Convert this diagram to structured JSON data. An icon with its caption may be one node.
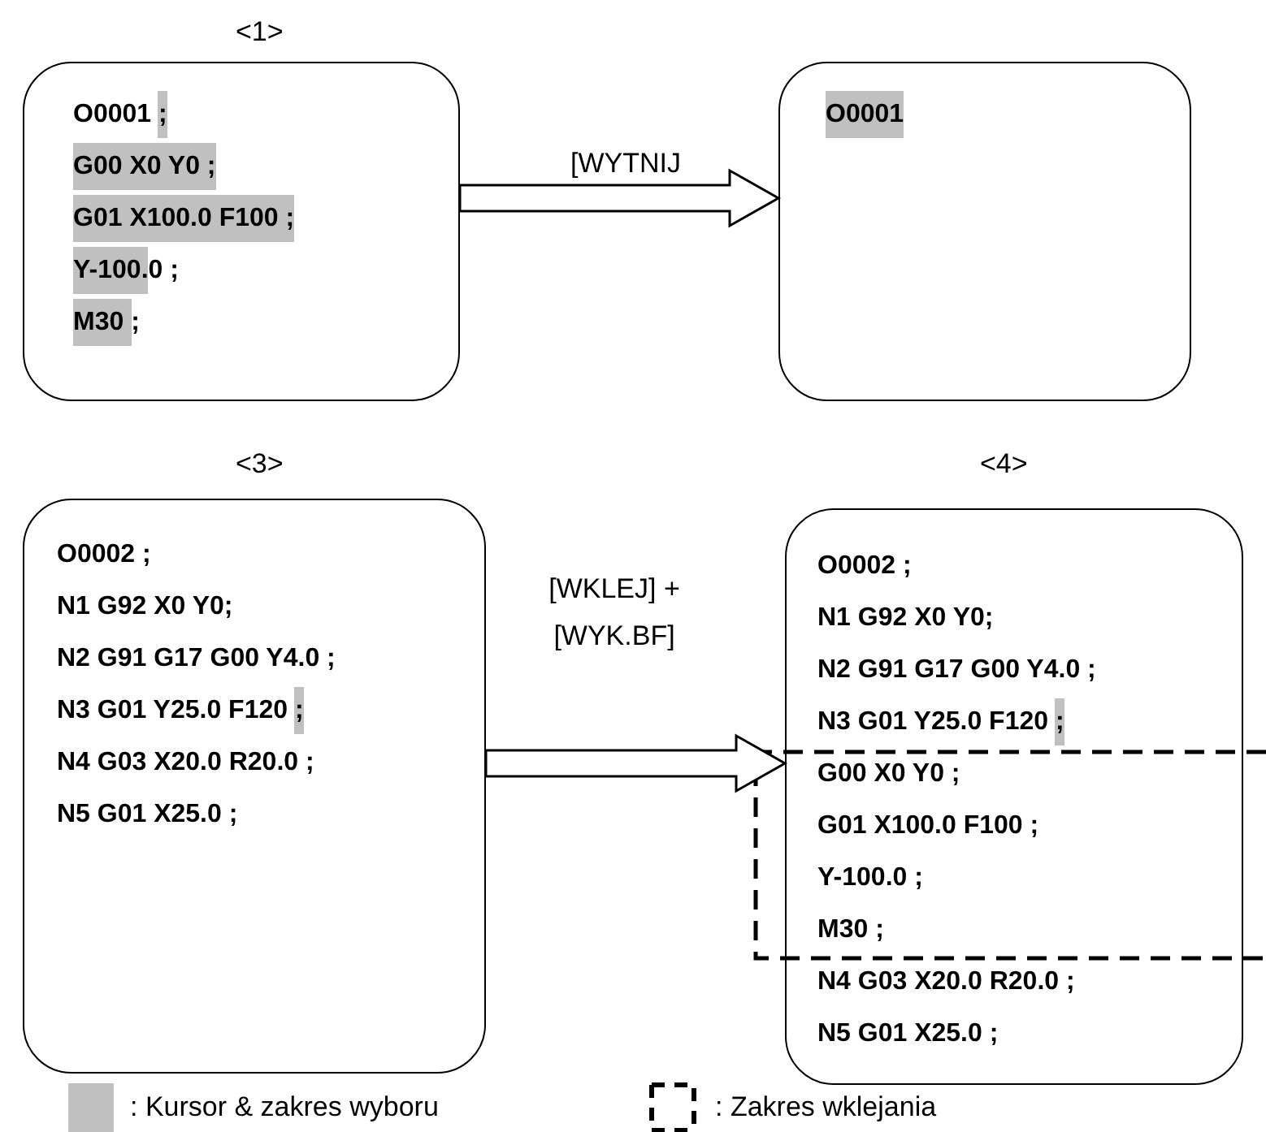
{
  "diagram": {
    "nodes": [
      {
        "text": [
          "O0001 ;",
          "G00 X0 Y0 ;",
          "G01 X100.0 F100 ;",
          "Y-100.0 ;",
          "M30 ;"
        ],
        "beside": [
          "<1>"
        ]
      },
      {
        "text": [
          "O0001"
        ]
      },
      {
        "text": [
          "O0002 ;",
          "N1 G92 X0 Y0;",
          "N2 G91 G17 G00 Y4.0 ;",
          "N3 G01 Y25.0 F120 ;",
          "N4 G03 X20.0 R20.0 ;",
          "N5 G01 X25.0 ;"
        ],
        "beside": [
          "<3>"
        ]
      },
      {
        "text": [
          "O0002 ;",
          "N1 G92 X0 Y0;",
          "N2 G91 G17 G00 Y4.0 ;",
          "N3 G01 Y25.0 F120 ;",
          "G00 X0 Y0 ;",
          "G01 X100.0 F100 ;",
          "Y-100.0 ;",
          "M30 ;",
          "N4 G03 X20.0 R20.0 ;",
          "N5 G01 X25.0 ;"
        ],
        "beside": [
          "<4>"
        ]
      }
    ],
    "edges": [
      {
        "from": 0,
        "to": 1,
        "arrow": "to",
        "label": "[WYTNIJ"
      },
      {
        "from": 2,
        "to": 3,
        "arrow": "to",
        "label": "[WKLEJ] + [WYK.BF]"
      }
    ],
    "legend": [
      {
        "text": ": Kursor & zakres wyboru",
        "color": "#c0c0c0"
      },
      {
        "text": ": Zakres wklejania"
      }
    ]
  }
}
